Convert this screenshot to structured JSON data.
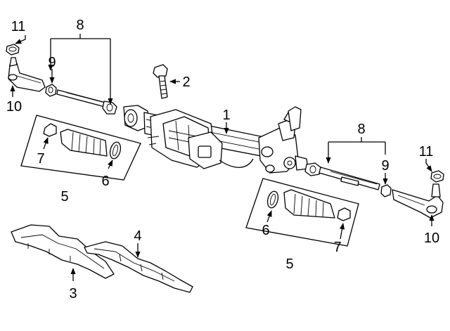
{
  "callouts": {
    "c1": "1",
    "c2": "2",
    "c3": "3",
    "c4": "4",
    "c5_left": "5",
    "c5_right": "5",
    "c6_left": "6",
    "c6_right": "6",
    "c7_left": "7",
    "c7_right": "7",
    "c8_left": "8",
    "c8_right": "8",
    "c9_left": "9",
    "c9_right": "9",
    "c10_left": "10",
    "c10_right": "10",
    "c11_left": "11",
    "c11_right": "11"
  }
}
